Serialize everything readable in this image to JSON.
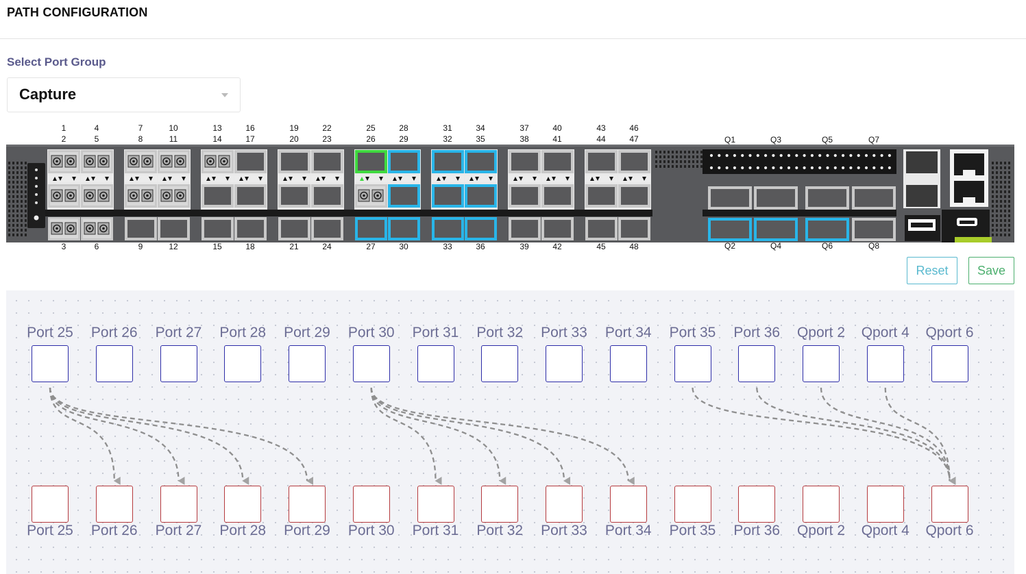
{
  "page": {
    "title": "PATH CONFIGURATION"
  },
  "group": {
    "label": "Select Port Group",
    "value": "Capture"
  },
  "actions": {
    "reset": "Reset",
    "save": "Save"
  },
  "device": {
    "top_labels": [
      [
        "1",
        "2"
      ],
      [
        "4",
        "5"
      ],
      [
        "7",
        "8"
      ],
      [
        "10",
        "11"
      ],
      [
        "13",
        "14"
      ],
      [
        "16",
        "17"
      ],
      [
        "19",
        "20"
      ],
      [
        "22",
        "23"
      ],
      [
        "25",
        "26"
      ],
      [
        "28",
        "29"
      ],
      [
        "31",
        "32"
      ],
      [
        "34",
        "35"
      ],
      [
        "37",
        "38"
      ],
      [
        "40",
        "41"
      ],
      [
        "43",
        "44"
      ],
      [
        "46",
        "47"
      ]
    ],
    "bottom_labels": [
      "3",
      "6",
      "9",
      "12",
      "15",
      "18",
      "21",
      "24",
      "27",
      "30",
      "33",
      "36",
      "39",
      "42",
      "45",
      "48"
    ],
    "qsfp_top_labels": [
      "Q1",
      "Q3",
      "Q5",
      "Q7"
    ],
    "qsfp_bottom_labels": [
      "Q2",
      "Q4",
      "Q6",
      "Q8"
    ],
    "colors": {
      "chassis": "#58595c",
      "selected": "#29b5e8",
      "active": "#3fd93f",
      "empty": "#59595b"
    },
    "port_states": {
      "duplex": [
        "1",
        "2",
        "3",
        "4",
        "5",
        "6",
        "7",
        "8",
        "10",
        "11",
        "13",
        "26"
      ],
      "active": [
        "25"
      ],
      "selected": [
        "28",
        "29",
        "30",
        "31",
        "32",
        "33",
        "34",
        "35",
        "36",
        "27",
        "Q2",
        "Q4",
        "Q6"
      ]
    }
  },
  "sources": [
    "Port 25",
    "Port 26",
    "Port 27",
    "Port 28",
    "Port 29",
    "Port 30",
    "Port 31",
    "Port 32",
    "Port 33",
    "Port 34",
    "Port 35",
    "Port 36",
    "Qport 2",
    "Qport 4",
    "Qport 6"
  ],
  "destinations": [
    "Port 25",
    "Port 26",
    "Port 27",
    "Port 28",
    "Port 29",
    "Port 30",
    "Port 31",
    "Port 32",
    "Port 33",
    "Port 34",
    "Port 35",
    "Port 36",
    "Qport 2",
    "Qport 4",
    "Qport 6"
  ],
  "paths": [
    {
      "from": "Port 25",
      "to": "Port 26"
    },
    {
      "from": "Port 25",
      "to": "Port 27"
    },
    {
      "from": "Port 25",
      "to": "Port 28"
    },
    {
      "from": "Port 25",
      "to": "Port 29"
    },
    {
      "from": "Port 30",
      "to": "Port 31"
    },
    {
      "from": "Port 30",
      "to": "Port 32"
    },
    {
      "from": "Port 30",
      "to": "Port 33"
    },
    {
      "from": "Port 30",
      "to": "Port 34"
    },
    {
      "from": "Port 35",
      "to": "Qport 6"
    },
    {
      "from": "Port 36",
      "to": "Qport 6"
    },
    {
      "from": "Qport 2",
      "to": "Qport 6"
    },
    {
      "from": "Qport 4",
      "to": "Qport 6"
    }
  ]
}
